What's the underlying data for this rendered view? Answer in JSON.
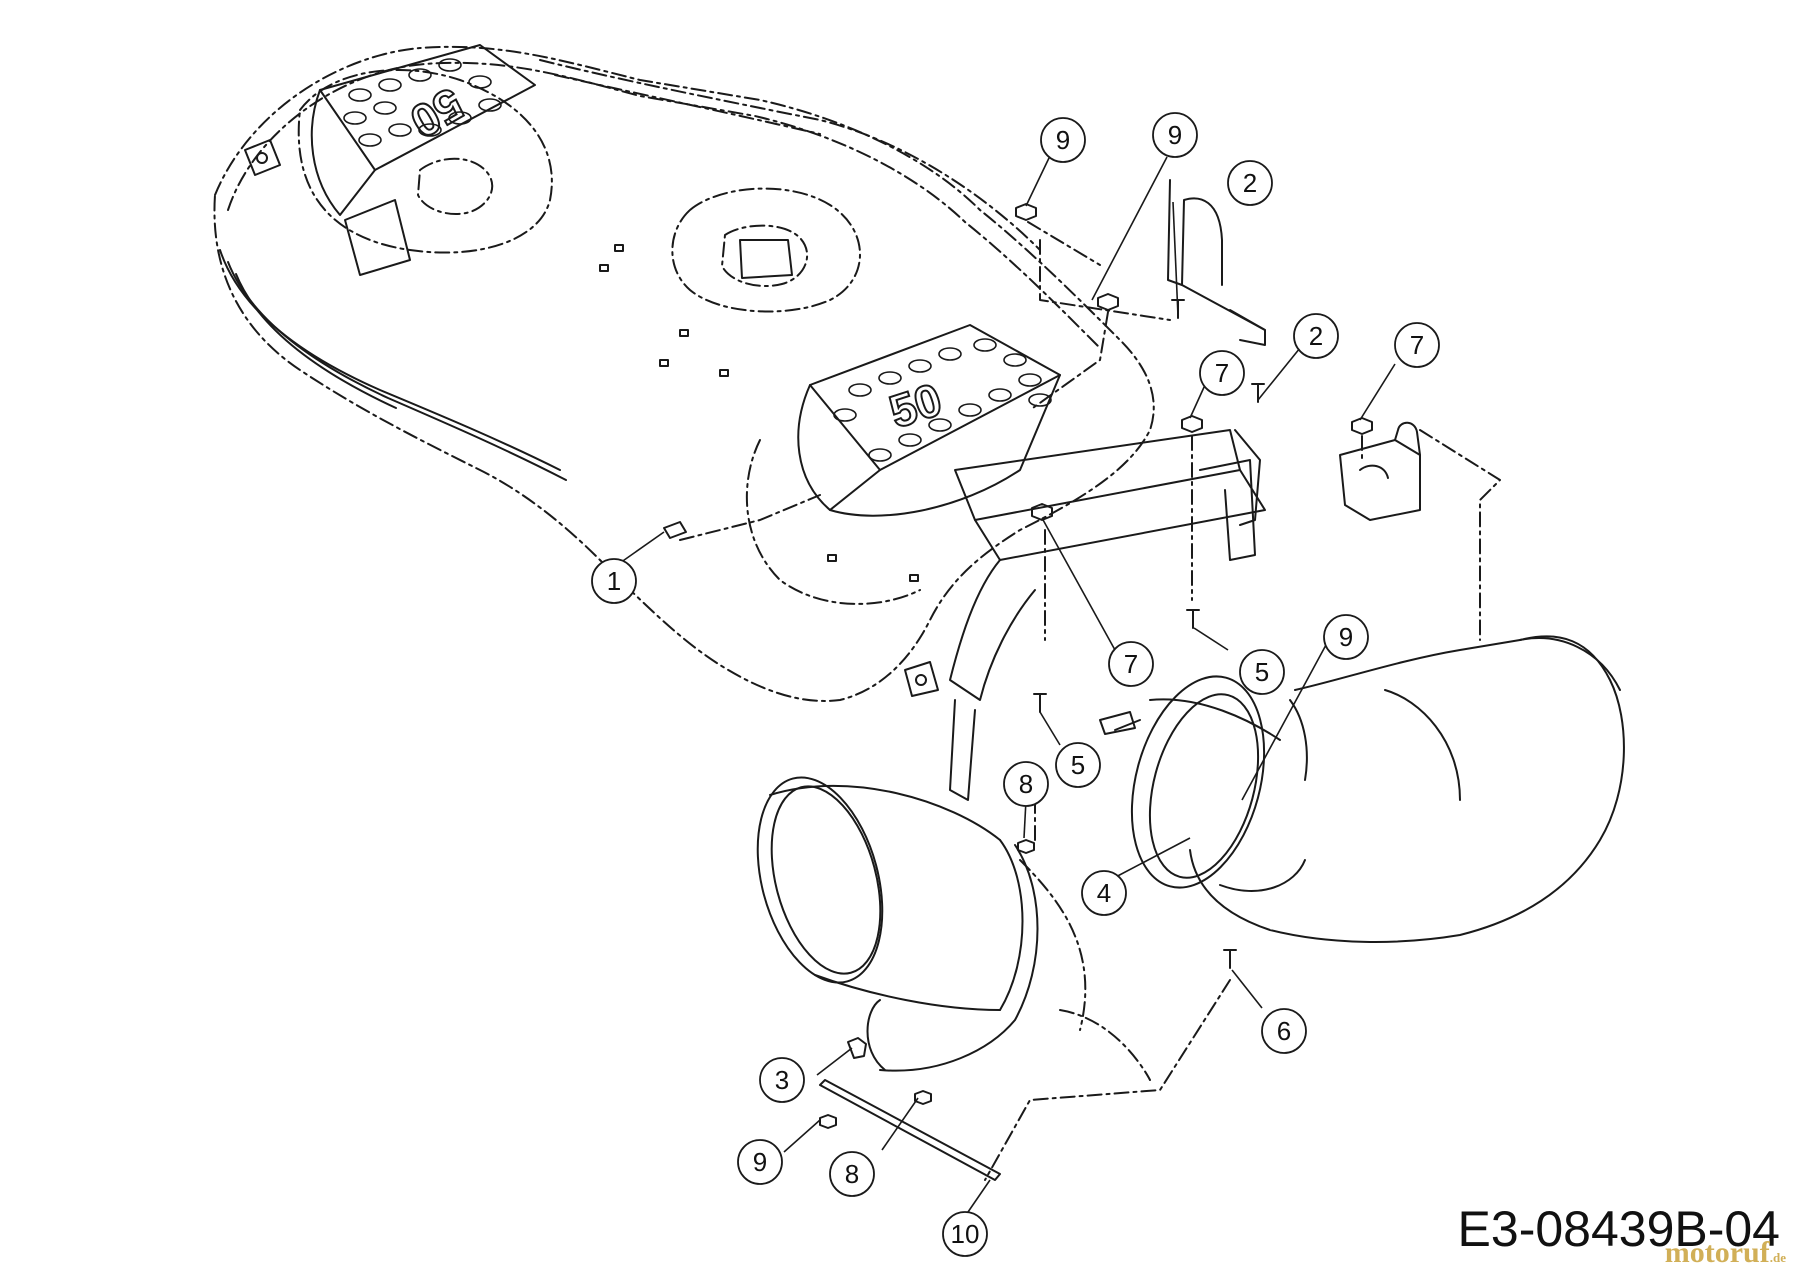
{
  "diagram": {
    "part_number": "E3-08439B-04",
    "watermark": "motoruf",
    "watermark_suffix": ".de",
    "deck_stamp": "50"
  },
  "callouts": [
    {
      "id": "c1",
      "label": "1"
    },
    {
      "id": "c2a",
      "label": "2"
    },
    {
      "id": "c2b",
      "label": "2"
    },
    {
      "id": "c3",
      "label": "3"
    },
    {
      "id": "c4",
      "label": "4"
    },
    {
      "id": "c5a",
      "label": "5"
    },
    {
      "id": "c5b",
      "label": "5"
    },
    {
      "id": "c6",
      "label": "6"
    },
    {
      "id": "c7a",
      "label": "7"
    },
    {
      "id": "c7b",
      "label": "7"
    },
    {
      "id": "c7c",
      "label": "7"
    },
    {
      "id": "c8a",
      "label": "8"
    },
    {
      "id": "c8b",
      "label": "8"
    },
    {
      "id": "c9a",
      "label": "9"
    },
    {
      "id": "c9b",
      "label": "9"
    },
    {
      "id": "c9c",
      "label": "9"
    },
    {
      "id": "c9d",
      "label": "9"
    },
    {
      "id": "c10",
      "label": "10"
    }
  ]
}
